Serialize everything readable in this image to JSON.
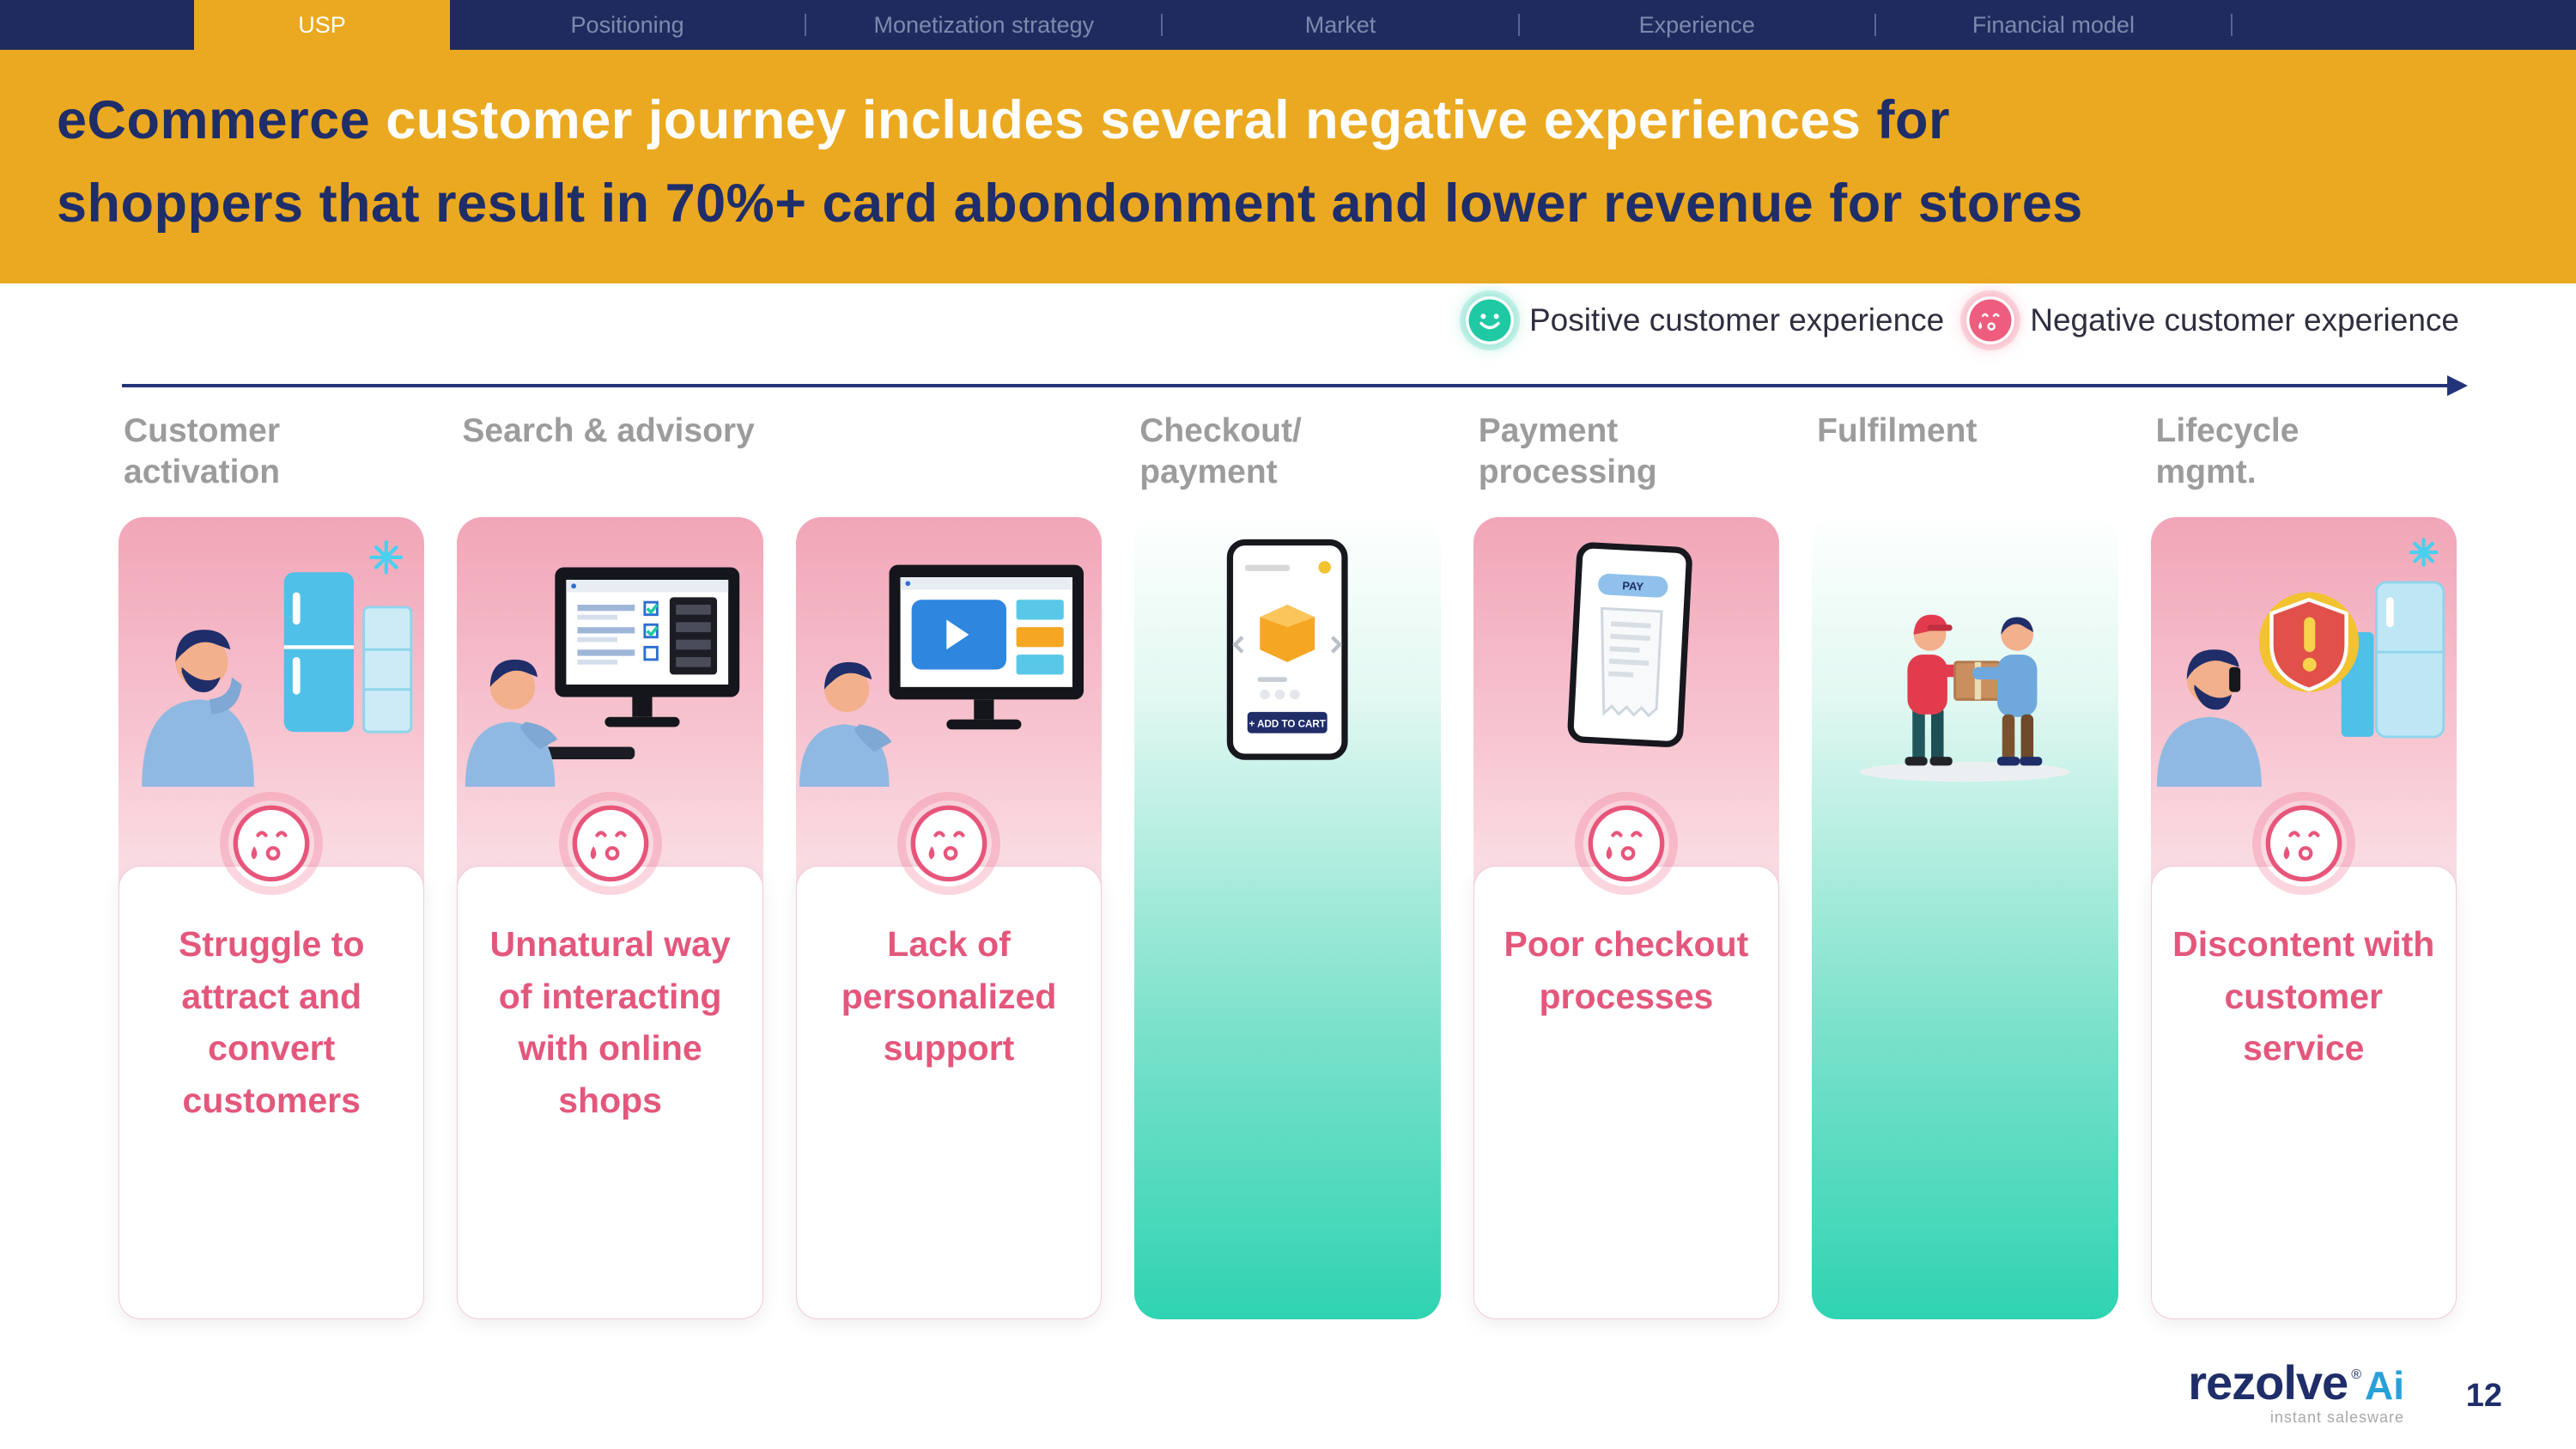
{
  "nav": {
    "tabs": [
      {
        "label": "USP",
        "active": true
      },
      {
        "label": "Positioning",
        "active": false
      },
      {
        "label": "Monetization strategy",
        "active": false
      },
      {
        "label": "Market",
        "active": false
      },
      {
        "label": "Experience",
        "active": false
      },
      {
        "label": "Financial model",
        "active": false
      }
    ]
  },
  "title": {
    "s1": "eCommerce ",
    "s2": "customer journey includes several negative experiences ",
    "s3": "for",
    "s4": "shoppers that result in 70%+ card abondonment and lower revenue for stores"
  },
  "legend": {
    "positive": "Positive customer experience",
    "negative": "Negative customer experience"
  },
  "columns": [
    {
      "header": "Customer\nactivation",
      "experience": "negative",
      "card": "Struggle to attract and convert customers"
    },
    {
      "header": "Search & advisory",
      "experience": "negative",
      "card": "Unnatural way of interacting with online shops"
    },
    {
      "header": "",
      "experience": "negative",
      "card": "Lack of personalized support"
    },
    {
      "header": "Checkout/\npayment",
      "experience": "positive",
      "card": ""
    },
    {
      "header": "Payment\nprocessing",
      "experience": "negative",
      "card": "Poor checkout processes"
    },
    {
      "header": "Fulfilment",
      "experience": "positive",
      "card": ""
    },
    {
      "header": "Lifecycle\nmgmt.",
      "experience": "negative",
      "card": "Discontent with customer service"
    }
  ],
  "illustrations": {
    "add_to_cart_label": "+ ADD TO CART",
    "pay_label": "PAY"
  },
  "footer": {
    "logo": "rezolve",
    "logo_mark": "®",
    "logo_suffix": "Ai",
    "tagline": "instant salesware",
    "page_number": "12"
  },
  "colors": {
    "gold": "#EAA921",
    "navy": "#1F2D69",
    "pink": "#E4577C",
    "teal": "#2FD3B2",
    "header_gray": "#9C9C9C"
  }
}
